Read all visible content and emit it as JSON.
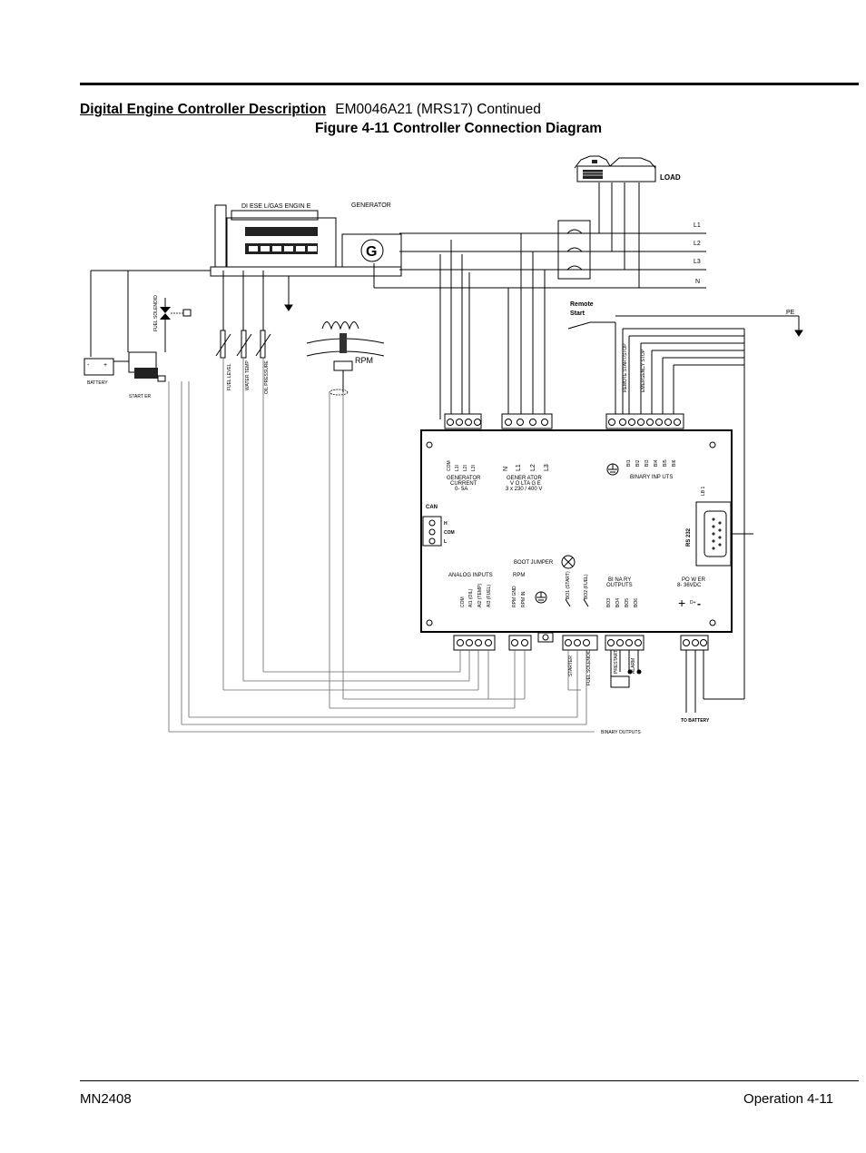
{
  "header": {
    "title_bold": "Digital Engine Controller Description",
    "title_rest": "EM0046A21 (MRS17)  Continued",
    "figure": "Figure 4-11  Controller Connection Diagram"
  },
  "footer": {
    "left": "MN2408",
    "right": "Operation  4-11"
  },
  "diagram": {
    "load": "LOAD",
    "engine": "DI ESE L/GAS  ENGIN E",
    "generator": "GENERATOR",
    "gen_symbol": "G",
    "lines": [
      "L1",
      "L2",
      "L3",
      "N"
    ],
    "pe": "PE",
    "remote_start": [
      "Remote",
      "Start"
    ],
    "fuel_solenoid": "FUEL SOLENOID",
    "battery": "BATTERY",
    "battery_minus": "-",
    "battery_plus": "+",
    "starter": "START ER",
    "sensors": [
      "FUEL LEVEL",
      "WATER TEMP",
      "OIL PRESSURE"
    ],
    "rpm": "RPM",
    "input_labels": [
      "REMOTE   START/STOP",
      "EMERGENCY   STOP"
    ],
    "controller": {
      "current_terms": [
        "COM",
        "L1I",
        "L2I",
        "L3I"
      ],
      "voltage_terms": [
        "N",
        "L1",
        "L2",
        "L3"
      ],
      "gen_current": [
        "GENERATOR",
        "CURRENT",
        "0-  5A"
      ],
      "gen_voltage": [
        "GENER ATOR",
        "V O LTA G E",
        "3  x  230  /   400  V"
      ],
      "binary_in_terms": [
        "BI1",
        "BI2",
        "BI3",
        "BI4",
        "BI5",
        "BI6"
      ],
      "binary_inputs": "BINARY  INP UTS",
      "can": "CAN",
      "can_terms": [
        "H",
        "COM",
        "L"
      ],
      "rs232": "RS 232",
      "lb": "LB  1",
      "boot_jumper": "BOOT   JUMPER",
      "analog_inputs": "ANALOG INPUTS",
      "analog_terms": [
        "COM",
        "AI1  (OIL)",
        "AI2  (TEMP)",
        "AI3  (FUEL)"
      ],
      "rpm_block": "RPM",
      "rpm_terms": [
        "RPM  GND",
        "RPM  IN"
      ],
      "bo_terms": [
        "BO1 (START)",
        "BO2 (FUEL)"
      ],
      "binary_outputs": [
        "BI NA RY",
        "OUTPUTS"
      ],
      "bo_out_terms": [
        "BO3",
        "BO4",
        "BO5",
        "BO6"
      ],
      "power": [
        "PO W ER",
        "8-  36VDC"
      ],
      "plus": "+",
      "minus": "-",
      "dplus": "D+"
    },
    "bottom_labels": {
      "starter": "STARTER",
      "fuel_solenoid": "FUEL SOLENOID",
      "prestart": "PRESTART",
      "alarm": "ALARM",
      "binary_outputs": "BINARY  OUTPUTS",
      "to_battery": "TO BATTERY"
    }
  }
}
